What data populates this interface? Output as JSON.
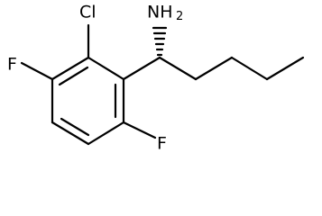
{
  "molecule": {
    "atoms": {
      "cl": "Cl",
      "f_left": "F",
      "f_bottom": "F",
      "n_symbol": "NH",
      "n_subscript": "2"
    },
    "stereo": {
      "center": "C1",
      "wedge_type": "hashed",
      "substituent": "NH2"
    },
    "ring": "benzene",
    "chain": "n-butyl"
  }
}
